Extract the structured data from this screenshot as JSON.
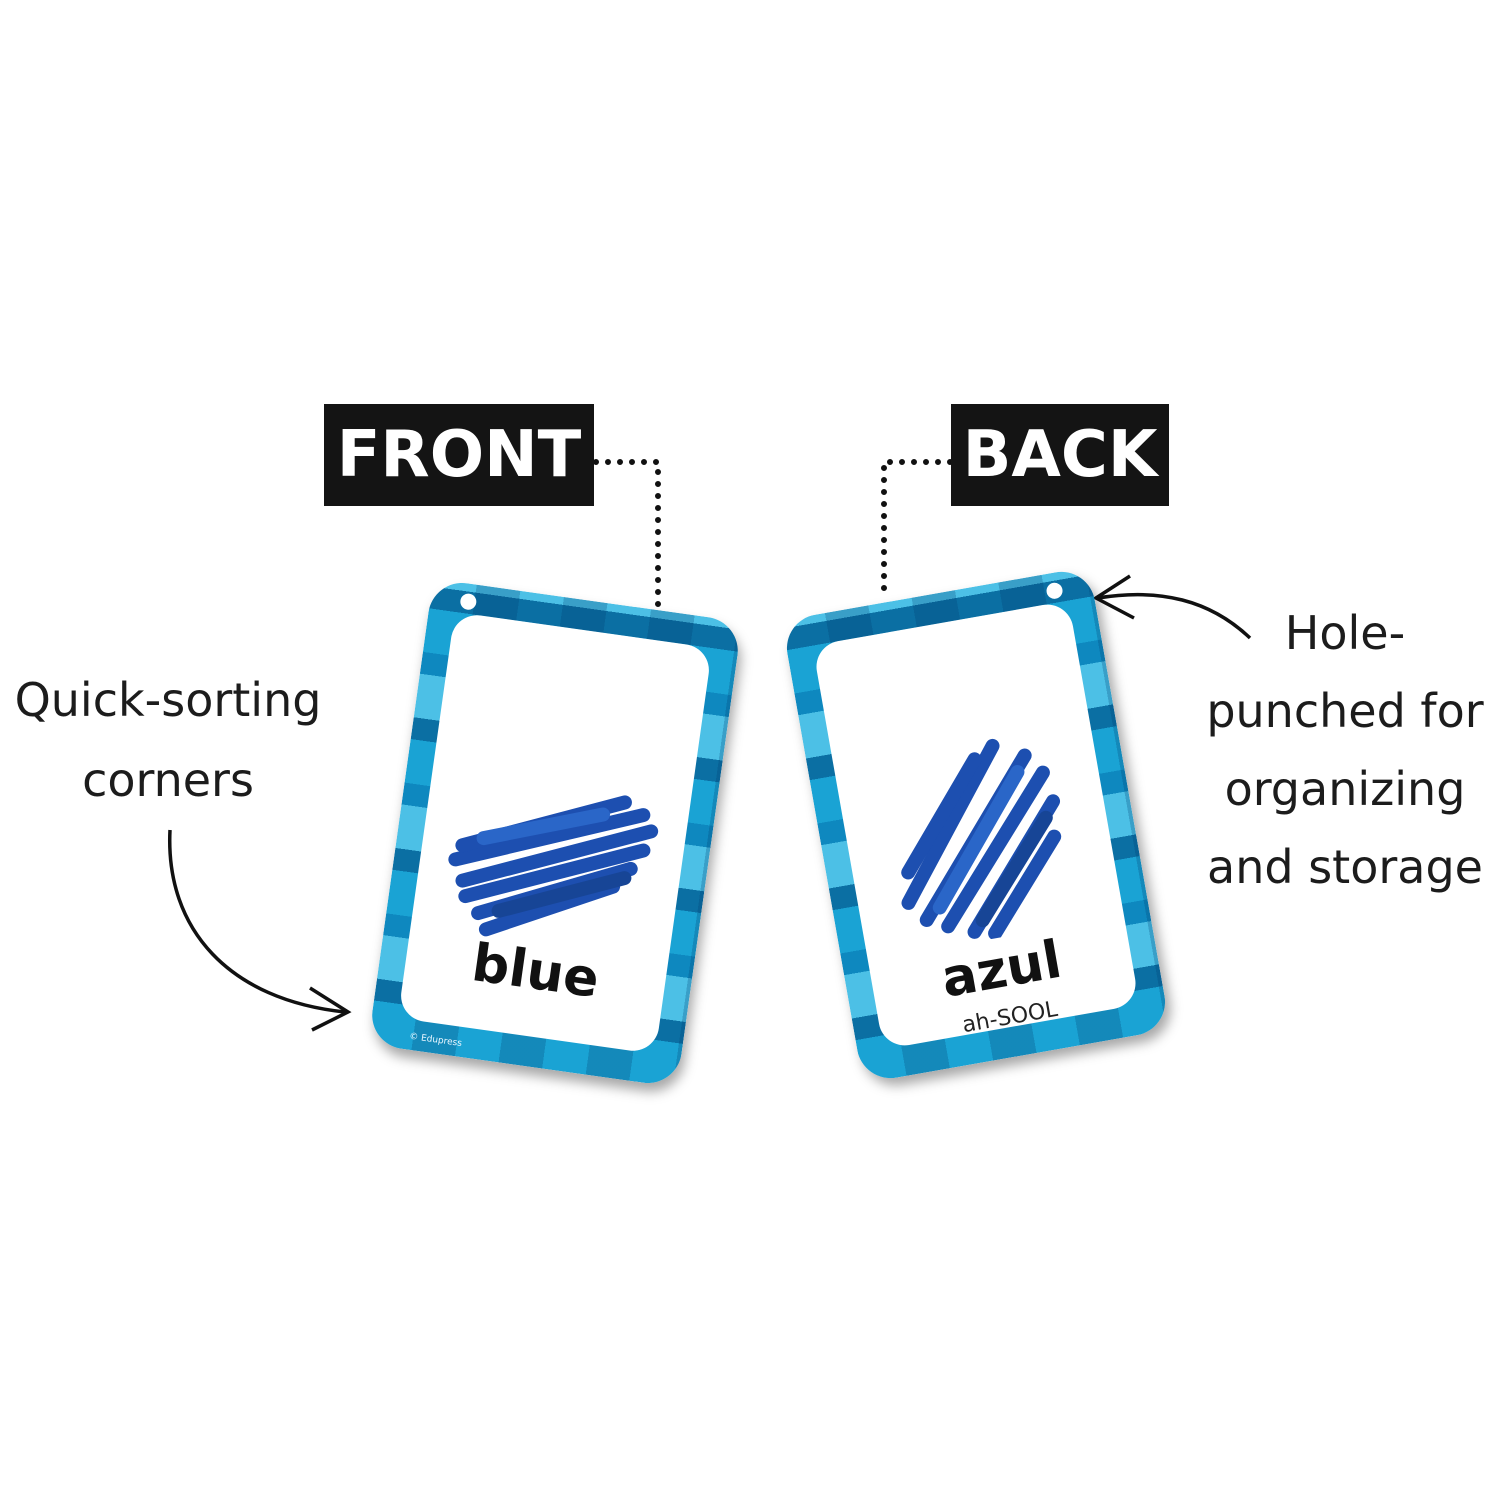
{
  "labels": {
    "front": "FRONT",
    "back": "BACK"
  },
  "captions": {
    "left": "Quick-sorting\ncorners",
    "right": "Hole-\npunched for\norganizing\nand storage"
  },
  "front_card": {
    "word": "blue",
    "copyright": "© Edupress"
  },
  "back_card": {
    "word": "azul",
    "pronunciation": "ah-SOOL"
  },
  "colors": {
    "paint": "#1d4fb0",
    "border_light": "#4cc0e6",
    "border_dark": "#0b6fa3",
    "label_bg": "#141414"
  }
}
